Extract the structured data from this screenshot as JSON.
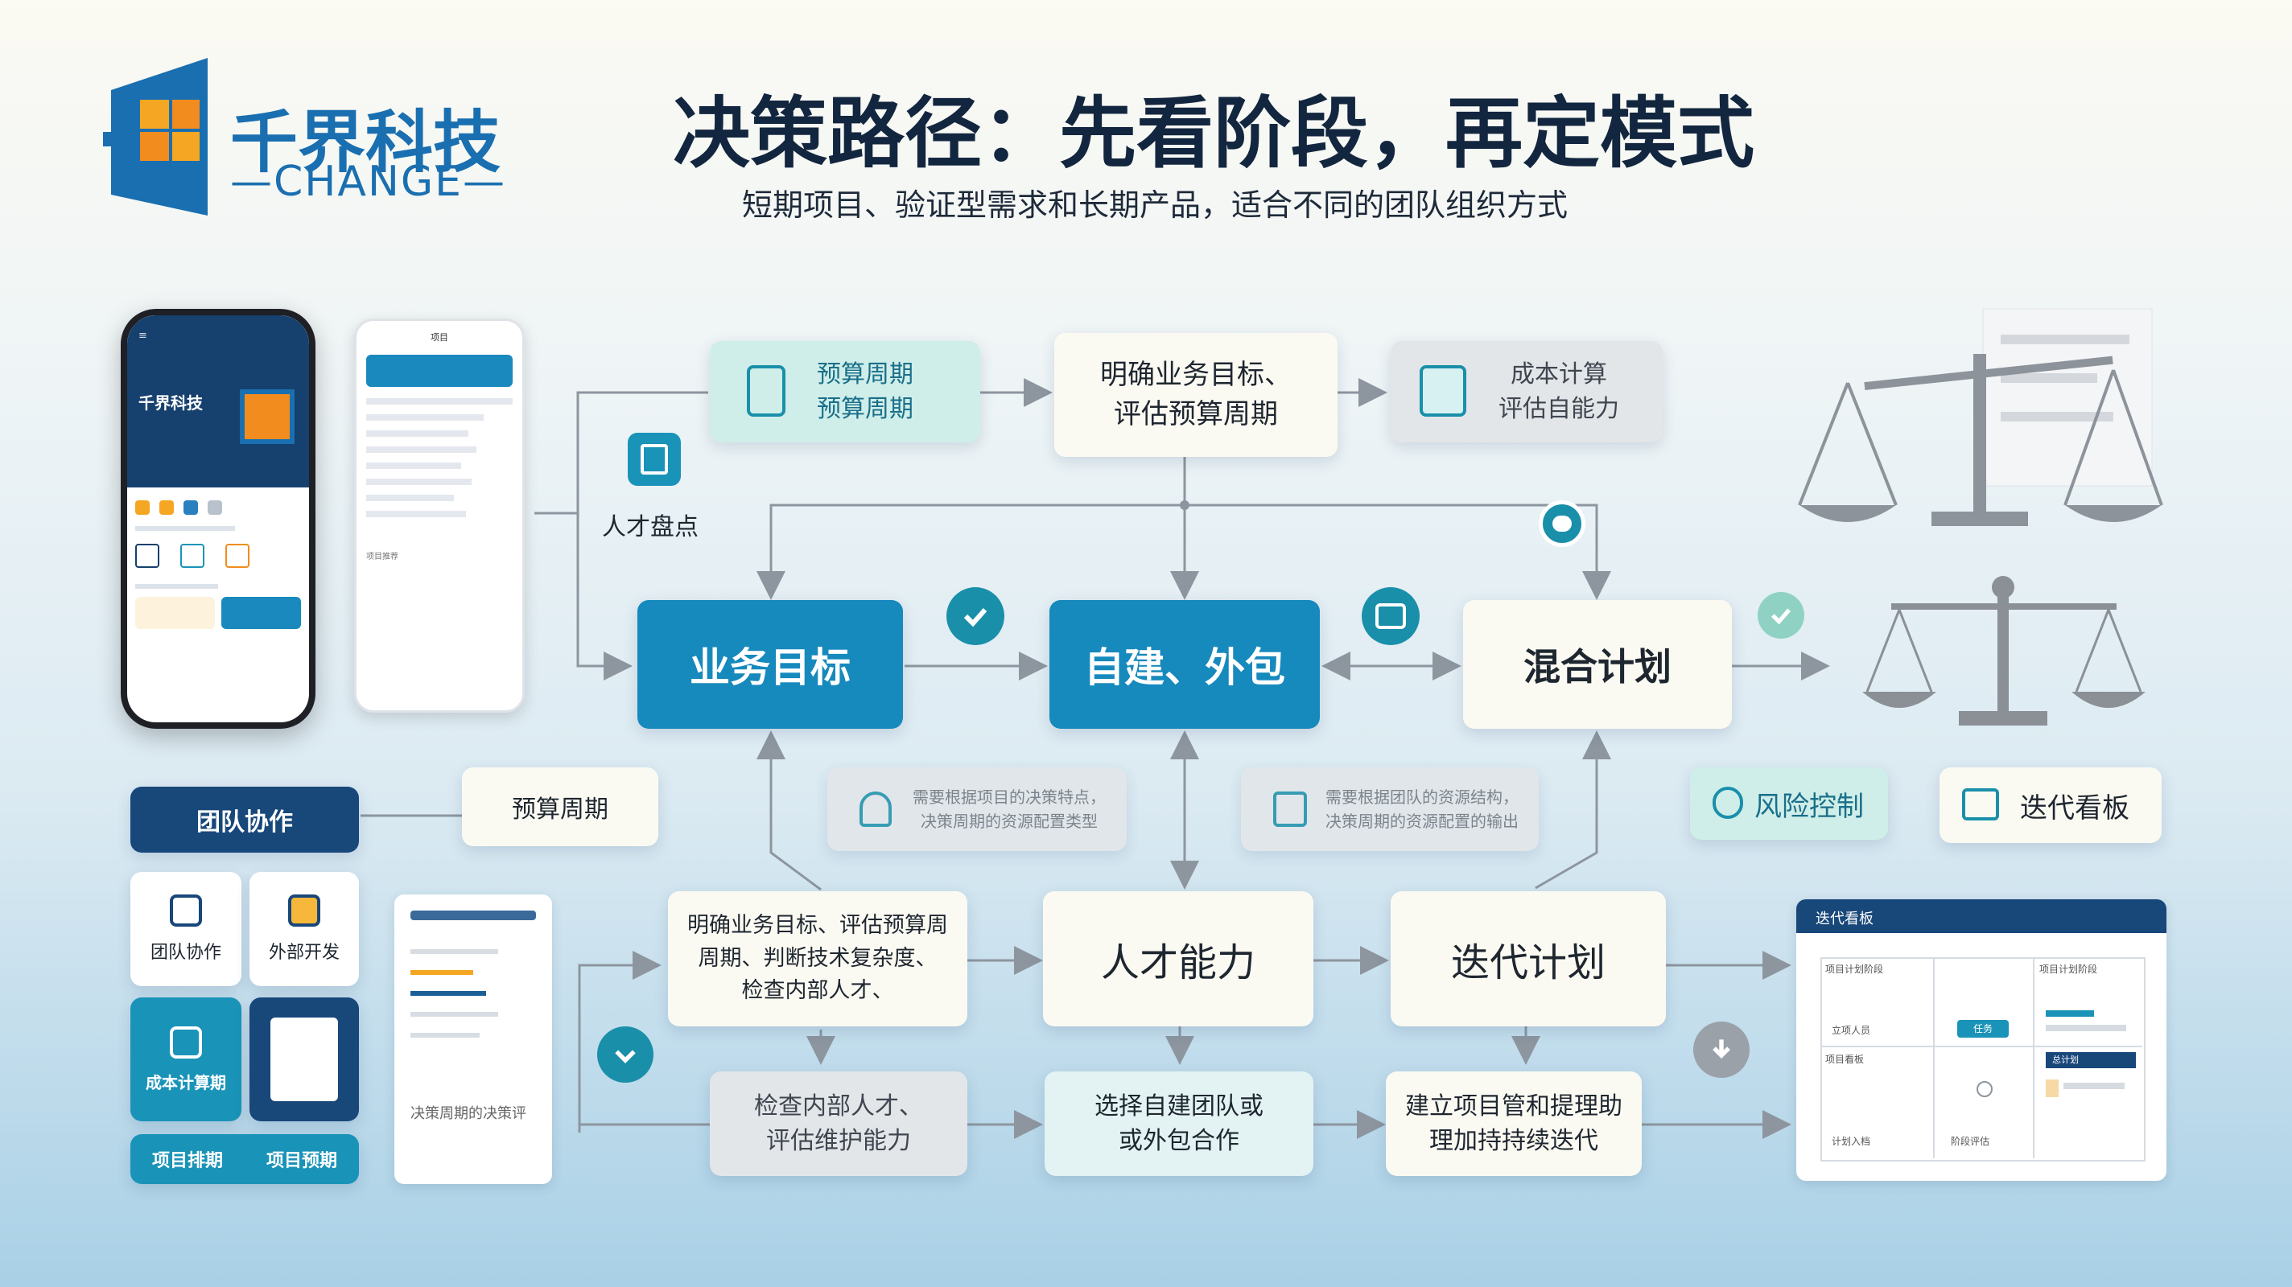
{
  "header": {
    "title": "决策路径：先看阶段，再定模式",
    "subtitle": "短期项目、验证型需求和长期产品，适合不同的团队组织方式"
  },
  "logo": {
    "name": "千界科技",
    "tagline": "—CHANGE—"
  },
  "phone": {
    "brand": "千界科技",
    "tab": "项目",
    "label": "项目推荐"
  },
  "top_row": {
    "budget": "预算周期\n预算周期",
    "clarify": "明确业务目标、\n评估预算周期",
    "cost": "成本计算\n评估自能力"
  },
  "side_icon": {
    "label": "人才盘点"
  },
  "main_row": {
    "goal": "业务目标",
    "build": "自建、外包",
    "mixed": "混合计划"
  },
  "mid_notes": {
    "note1": "需要根据项目的决策特点，\n决策周期的资源配置类型",
    "note2": "需要根据团队的资源结构，\n决策周期的资源配置的输出"
  },
  "tags": {
    "risk": "风险控制",
    "kanban": "迭代看板"
  },
  "left_panel": {
    "team": "团队协作",
    "budget": "预算周期",
    "team_card": "团队协作",
    "outsource_card": "外部开发",
    "cost_plan": "成本计算期",
    "proj1": "项目排期",
    "proj2": "项目预期"
  },
  "doc_card": {
    "caption": "决策周期的决策评"
  },
  "bottom_row": {
    "assess": "明确业务目标、评估预算周\n周期、判断技术复杂度、\n检查内部人才、",
    "talent": "人才能力",
    "iterate": "迭代计划"
  },
  "last_row": {
    "check": "检查内部人才、\n评估维护能力",
    "choose": "选择自建团队或\n或外包合作",
    "build": "建立项目管和提理助\n理加持持续迭代"
  },
  "board": {
    "title": "迭代看板",
    "col1": "项目计划阶段",
    "col2": "项目计划阶段",
    "r1": "立项人员",
    "r2": "项目看板",
    "r3": "计划入档",
    "r4": "阶段评估",
    "chip": "任务",
    "label": "总计划"
  },
  "colors": {
    "navy": "#18477a",
    "teal": "#1a93b8",
    "accent": "#1689bd",
    "title": "#13263f",
    "arrow": "#8d969f"
  },
  "icons": {
    "check": "check-icon",
    "scale": "balance-scale-icon",
    "doc": "document-icon",
    "chat": "chat-icon",
    "person": "person-icon"
  }
}
